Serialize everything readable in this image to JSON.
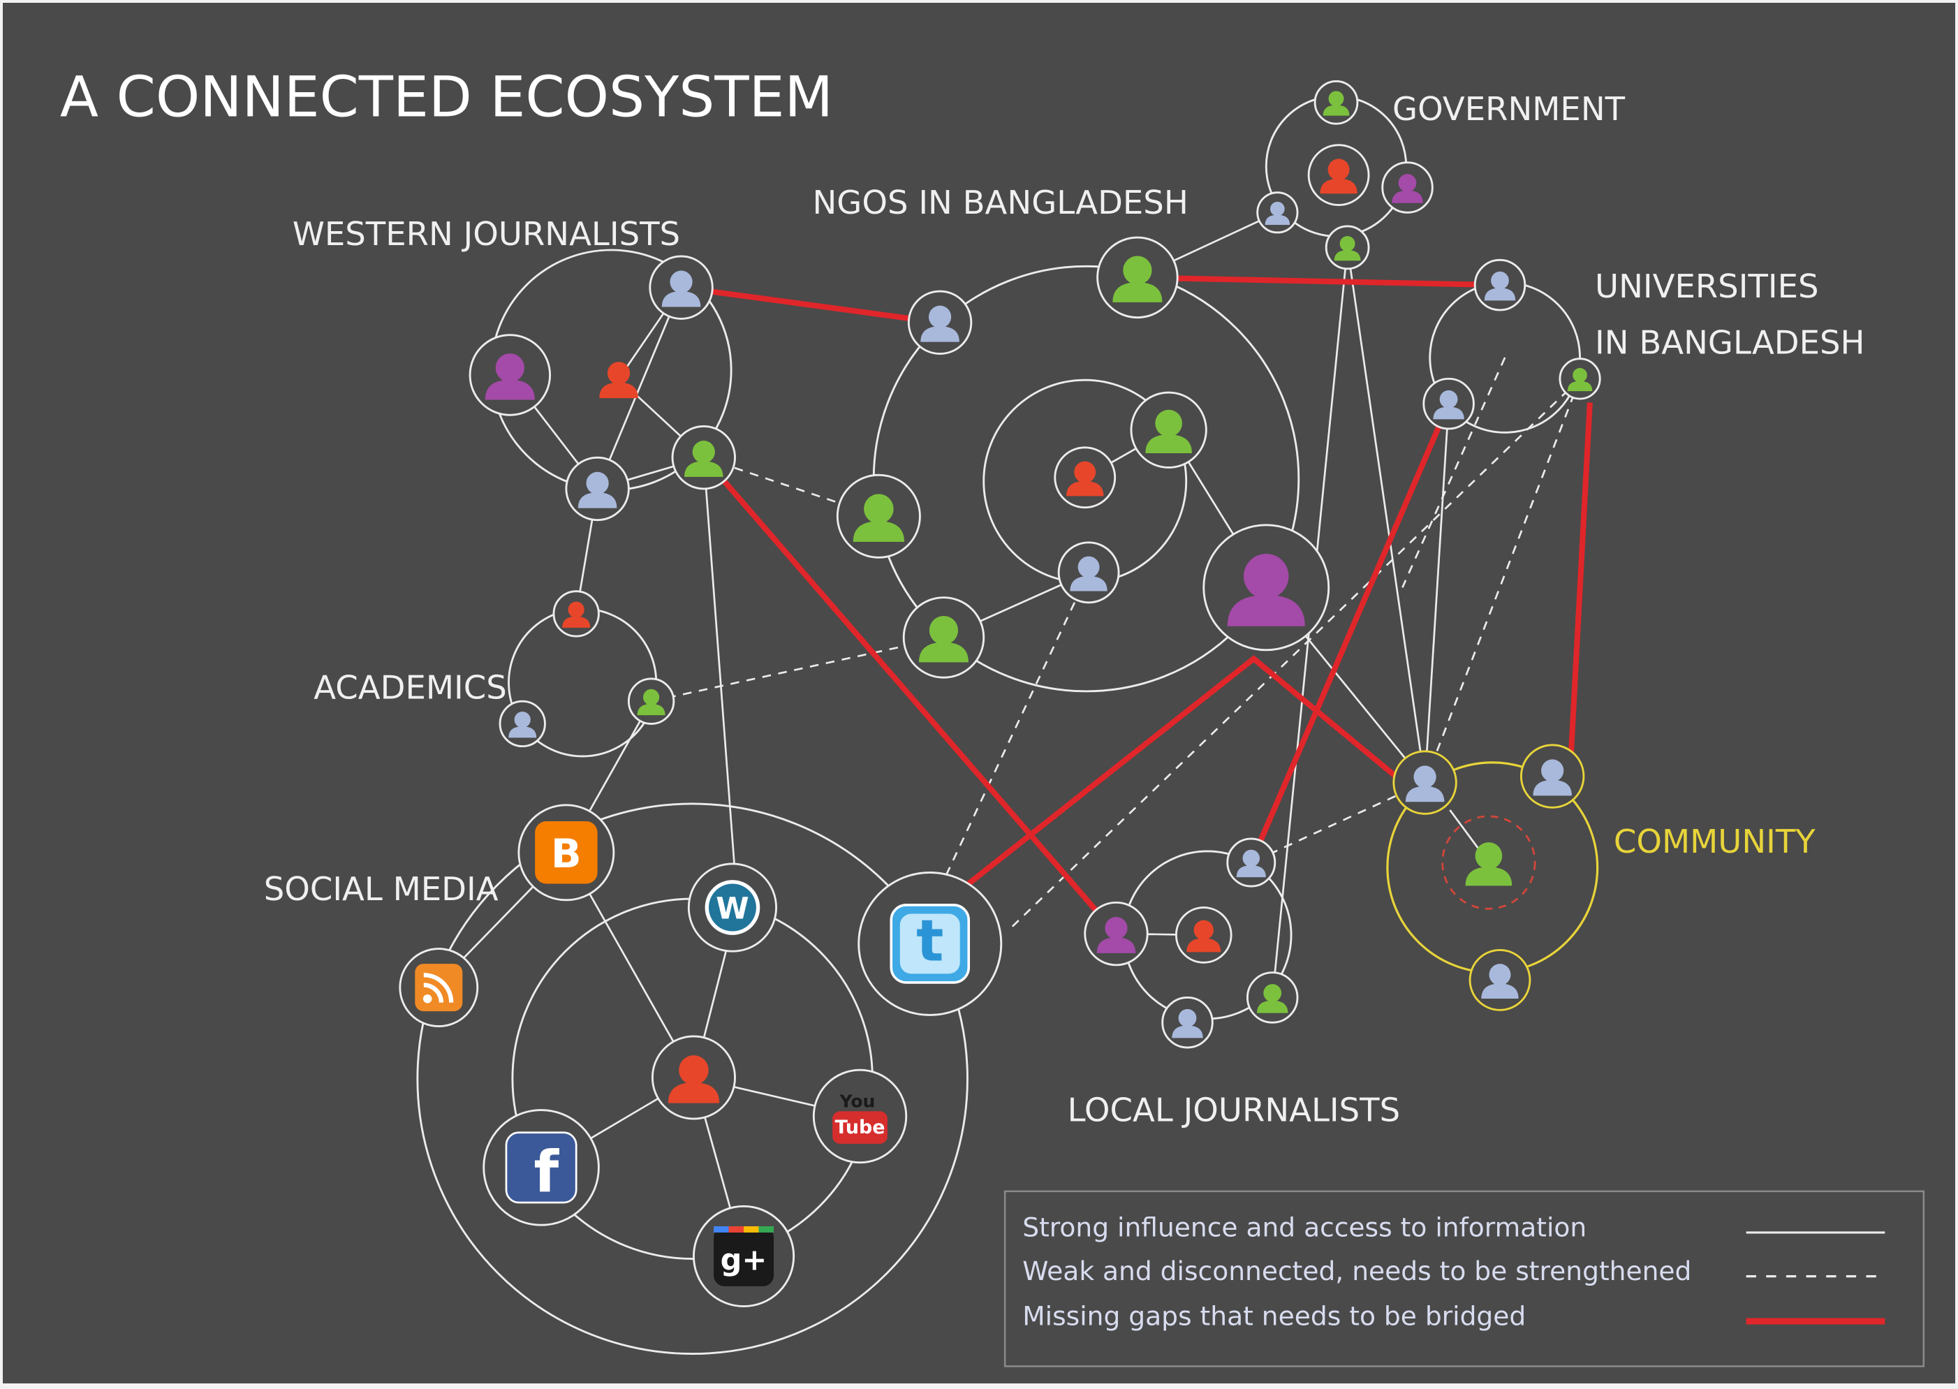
{
  "title": "A CONNECTED ECOSYSTEM",
  "colors": {
    "background": "#4a4a4a",
    "line": "#ececec",
    "gap": "#e0262a",
    "community": "#e8d43a",
    "person_blue": "#a9b9dc",
    "person_green": "#7cc13d",
    "person_red": "#e8462a",
    "person_purple": "#a44aa8"
  },
  "groups": [
    {
      "id": "western",
      "label": "WESTERN JOURNALISTS"
    },
    {
      "id": "ngos",
      "label": "NGOS IN BANGLADESH"
    },
    {
      "id": "government",
      "label": "GOVERNMENT"
    },
    {
      "id": "universities",
      "label_line1": "UNIVERSITIES",
      "label_line2": "IN BANGLADESH"
    },
    {
      "id": "academics",
      "label": "ACADEMICS"
    },
    {
      "id": "social",
      "label": "SOCIAL MEDIA"
    },
    {
      "id": "local",
      "label": "LOCAL JOURNALISTS"
    },
    {
      "id": "community",
      "label": "COMMUNITY"
    }
  ],
  "social_icons": [
    {
      "id": "blogger",
      "icon": "blogger-icon",
      "glyph": "B"
    },
    {
      "id": "rss",
      "icon": "rss-icon",
      "glyph": ""
    },
    {
      "id": "wordpress",
      "icon": "wordpress-icon",
      "glyph": "W"
    },
    {
      "id": "twitter",
      "icon": "twitter-icon",
      "glyph": "t"
    },
    {
      "id": "facebook",
      "icon": "facebook-icon",
      "glyph": "f"
    },
    {
      "id": "youtube",
      "icon": "youtube-icon",
      "glyph_top": "You",
      "glyph_bottom": "Tube"
    },
    {
      "id": "googleplus",
      "icon": "google-plus-icon",
      "glyph": "g+"
    }
  ],
  "legend": [
    {
      "label": "Strong influence and access to information",
      "style": "solid"
    },
    {
      "label": "Weak and disconnected, needs to be strengthened",
      "style": "dashed"
    },
    {
      "label": "Missing gaps that needs to be bridged",
      "style": "gap"
    }
  ]
}
